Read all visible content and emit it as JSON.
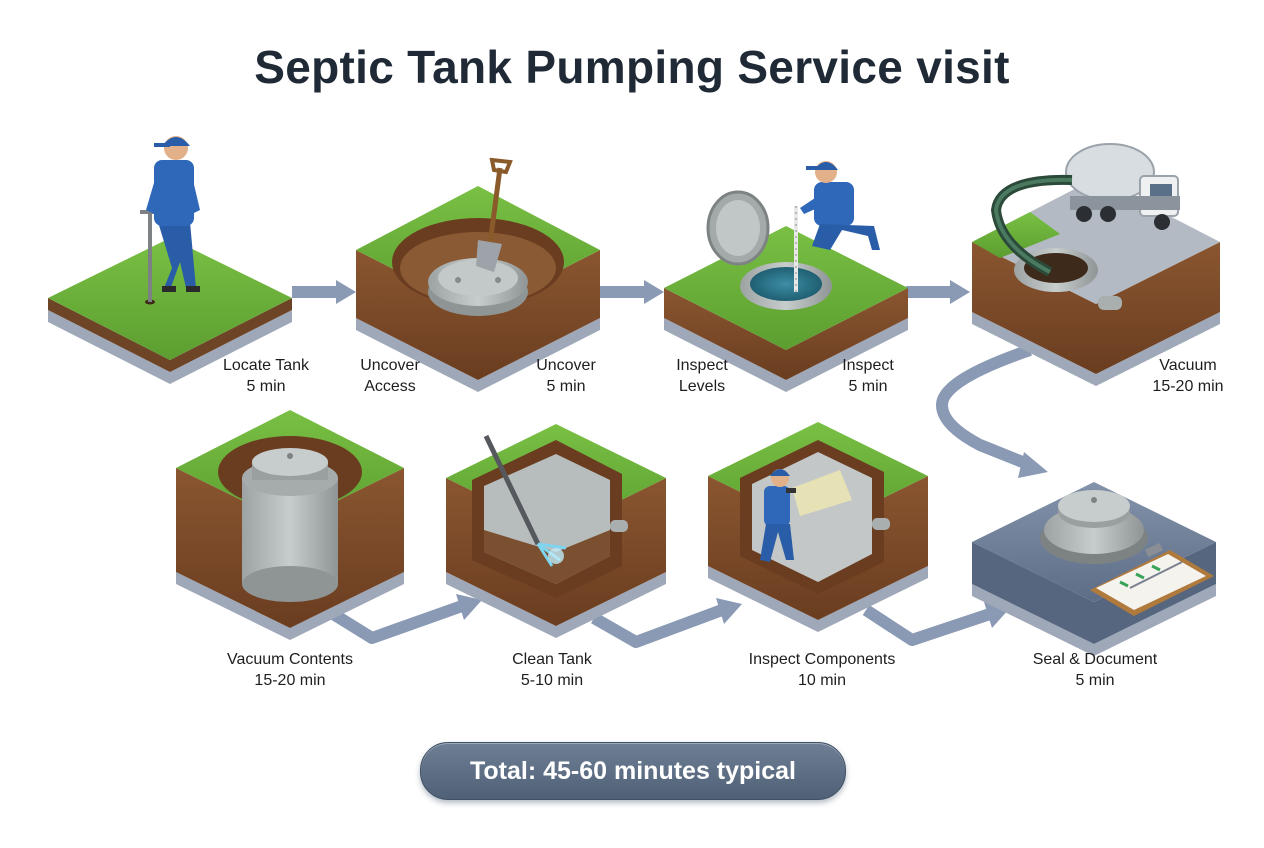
{
  "title": "Septic Tank Pumping Service visit",
  "steps": [
    {
      "name": "Locate Tank",
      "time": "5 min"
    },
    {
      "name_line1": "Uncover",
      "name_line2": "Access"
    },
    {
      "name": "Uncover",
      "time": "5 min"
    },
    {
      "name_line1": "Inspect",
      "name_line2": "Levels"
    },
    {
      "name": "Inspect",
      "time": "5 min"
    },
    {
      "name": "Vacuum",
      "time": "15-20 min"
    },
    {
      "name": "Vacuum Contents",
      "time": "15-20 min"
    },
    {
      "name": "Clean Tank",
      "time": "5-10 min"
    },
    {
      "name": "Inspect Components",
      "time": "10 min"
    },
    {
      "name": "Seal & Document",
      "time": "5 min"
    }
  ],
  "total": "Total: 45-60 minutes typical",
  "colors": {
    "grass": "#6fb43d",
    "soil": "#7a4a28",
    "base": "#9fa8b8",
    "arrow": "#8a9ab4",
    "worker": "#2a5da8",
    "concrete": "#b9bfbf",
    "title": "#1f2a36",
    "pill": "#5b6b82"
  }
}
